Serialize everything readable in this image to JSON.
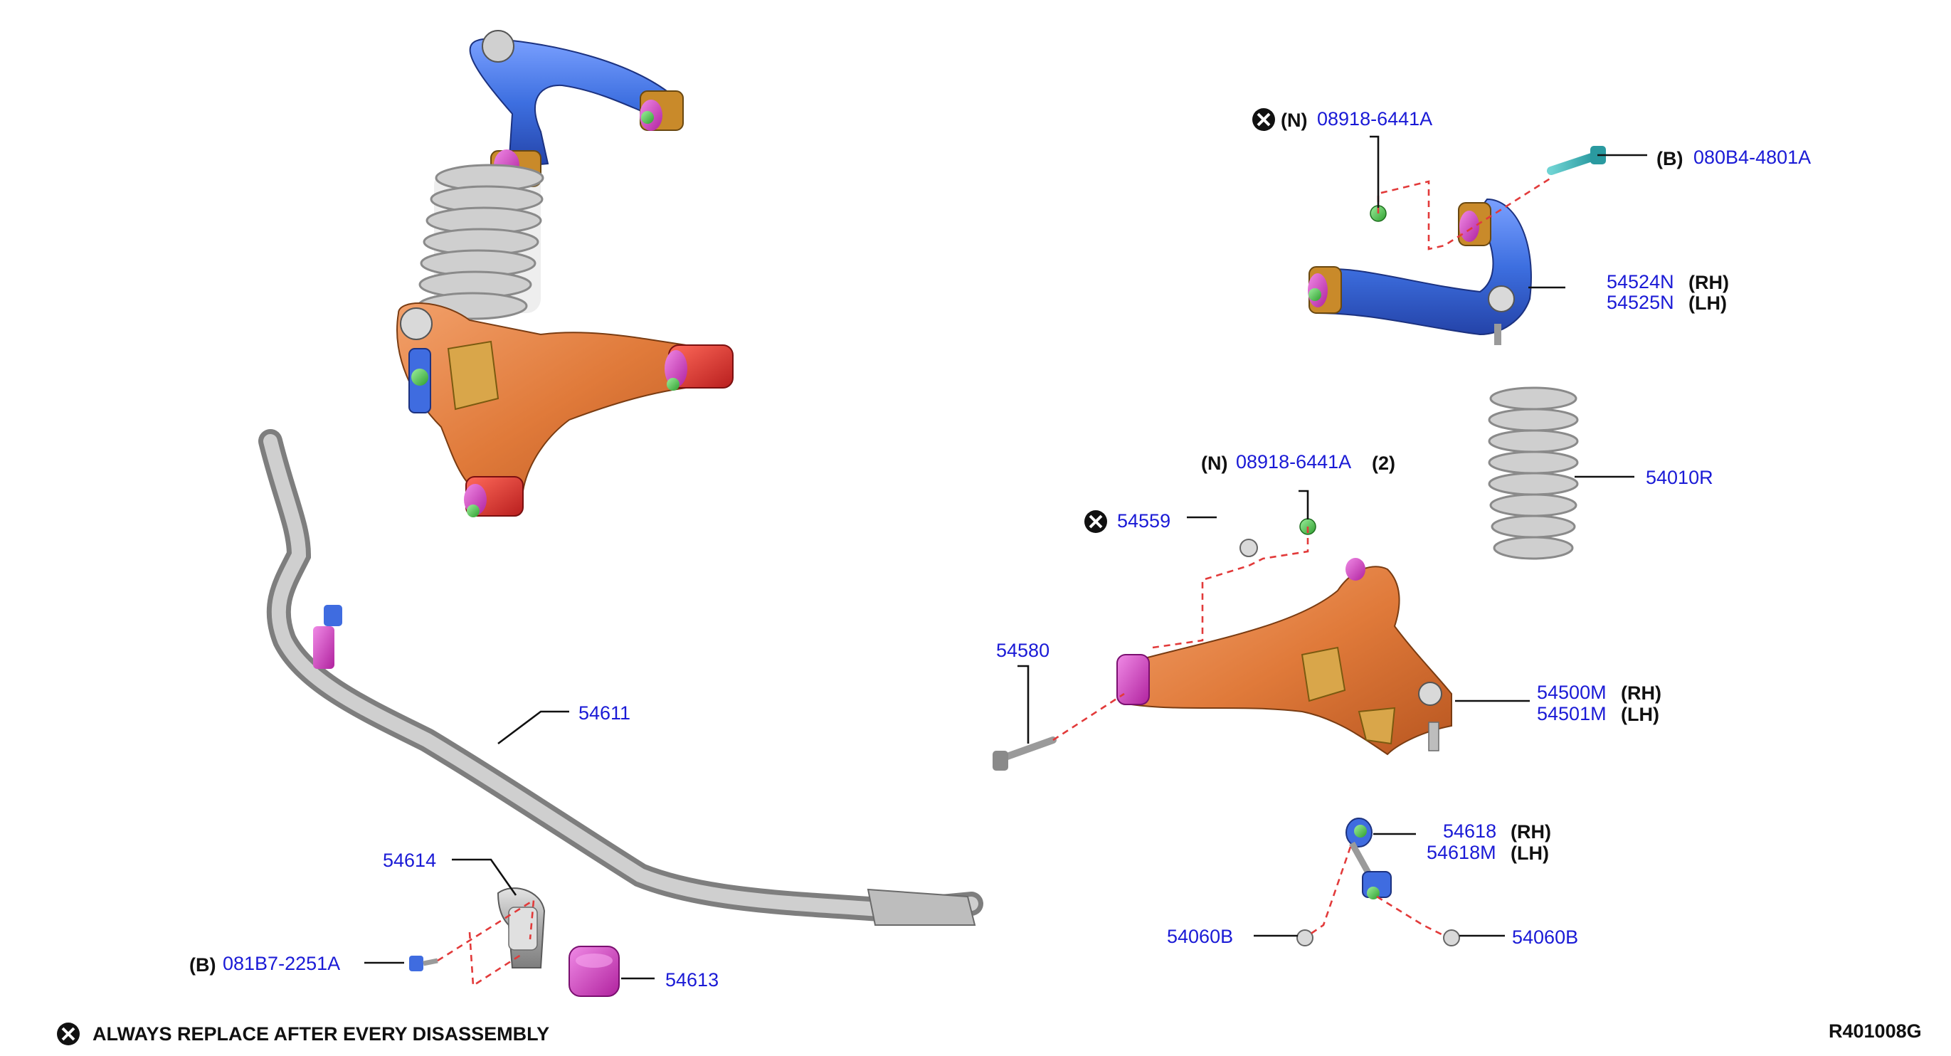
{
  "colors": {
    "part_number": "#1a1ad6",
    "upper_arm": "#3d6fe0",
    "lower_arm": "#e07a3a",
    "bushing": "#d63cc8",
    "spring": "#b8b8b8",
    "stabilizer": "#b4b4b4",
    "nut": "#4cc94c",
    "leader_dash": "#e23a3a"
  },
  "callouts": {
    "nut_upper": {
      "prefix": "(N)",
      "part": "08918-6441A",
      "replace_icon": "replace-always-icon"
    },
    "bolt_upper": {
      "prefix": "(B)",
      "part": "080B4-4801A"
    },
    "upper_arm": {
      "part_rh": "54524N",
      "tag_rh": "(RH)",
      "part_lh": "54525N",
      "tag_lh": "(LH)"
    },
    "spring": {
      "part": "54010R"
    },
    "nut_lower": {
      "prefix": "(N)",
      "part": "08918-6441A",
      "qty": "(2)"
    },
    "washer_lower": {
      "part": "54559",
      "replace_icon": "replace-always-icon"
    },
    "lower_bolt": {
      "part": "54580"
    },
    "lower_arm": {
      "part_rh": "54500M",
      "tag_rh": "(RH)",
      "part_lh": "54501M",
      "tag_lh": "(LH)"
    },
    "stabilizer_bar": {
      "part": "54611"
    },
    "bracket": {
      "part": "54614"
    },
    "bracket_bolt": {
      "prefix": "(B)",
      "part": "081B7-2251A"
    },
    "bushing": {
      "part": "54613"
    },
    "link": {
      "part_rh": "54618",
      "tag_rh": "(RH)",
      "part_lh": "54618M",
      "tag_lh": "(LH)"
    },
    "link_nut_left": {
      "part": "54060B"
    },
    "link_nut_right": {
      "part": "54060B"
    }
  },
  "footer": {
    "legend_icon": "replace-always-icon",
    "legend_text": "ALWAYS REPLACE AFTER EVERY DISASSEMBLY",
    "diagram_code": "R401008G"
  }
}
